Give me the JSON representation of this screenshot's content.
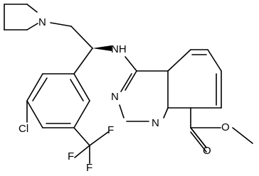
{
  "atoms": {
    "azetidine_n": "N",
    "amine_nh": "NH",
    "quinazoline_n3": "N",
    "quinazoline_n1": "N",
    "chloro": "Cl",
    "fluoro_1": "F",
    "fluoro_2": "F",
    "fluoro_3": "F",
    "ester_o_carbonyl": "O",
    "ester_o_methoxy": "O"
  }
}
